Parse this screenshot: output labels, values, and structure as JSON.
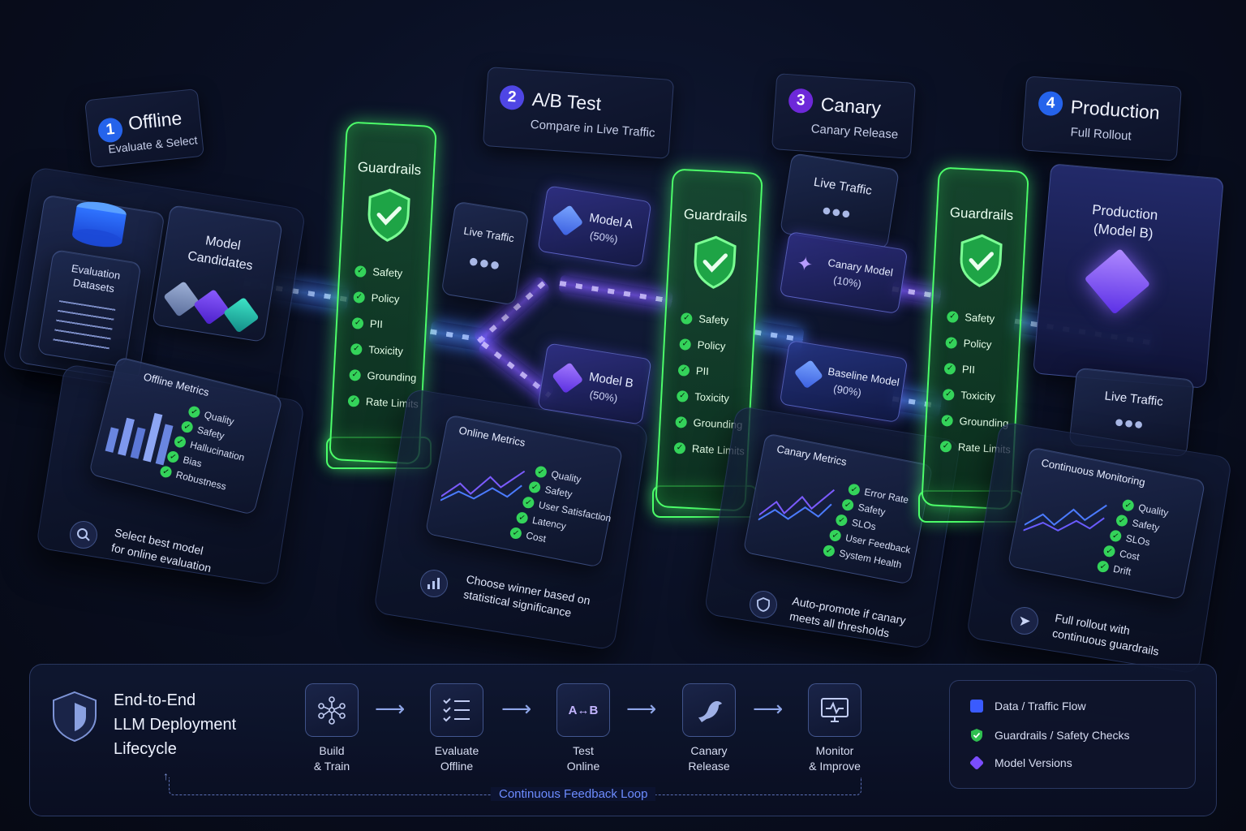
{
  "stages": {
    "offline": {
      "num": "1",
      "title": "Offline",
      "subtitle": "Evaluate & Select"
    },
    "ab": {
      "num": "2",
      "title": "A/B Test",
      "subtitle": "Compare in Live Traffic"
    },
    "canary": {
      "num": "3",
      "title": "Canary",
      "subtitle": "Canary Release"
    },
    "production": {
      "num": "4",
      "title": "Production",
      "subtitle": "Full Rollout"
    }
  },
  "offline": {
    "datasets_label": "Evaluation Datasets",
    "candidates_label": "Model Candidates",
    "metrics_title": "Offline Metrics",
    "metrics": [
      "Quality",
      "Safety",
      "Hallucination",
      "Bias",
      "Robustness"
    ],
    "note": "Select best model for online evaluation"
  },
  "guardrails": {
    "title": "Guardrails",
    "items": [
      "Safety",
      "Policy",
      "PII",
      "Toxicity",
      "Grounding",
      "Rate Limits"
    ]
  },
  "ab": {
    "traffic_label": "Live Traffic",
    "model_a": "Model A",
    "model_a_pct": "(50%)",
    "model_b": "Model B",
    "model_b_pct": "(50%)",
    "metrics_title": "Online Metrics",
    "metrics": [
      "Quality",
      "Safety",
      "User Satisfaction",
      "Latency",
      "Cost"
    ],
    "note": "Choose winner based on statistical significance"
  },
  "canary": {
    "traffic_label": "Live Traffic",
    "canary_model": "Canary Model",
    "canary_pct": "(10%)",
    "baseline_model": "Baseline Model",
    "baseline_pct": "(90%)",
    "metrics_title": "Canary Metrics",
    "metrics": [
      "Error Rate",
      "Safety",
      "SLOs",
      "User Feedback",
      "System Health"
    ],
    "note": "Auto-promote if canary meets all thresholds"
  },
  "production": {
    "model_label": "Production (Model B)",
    "traffic_label": "Live Traffic",
    "metrics_title": "Continuous Monitoring",
    "metrics": [
      "Quality",
      "Safety",
      "SLOs",
      "Cost",
      "Drift"
    ],
    "note": "Full rollout with continuous guardrails"
  },
  "lifecycle": {
    "title_line1": "End-to-End",
    "title_line2": "LLM Deployment",
    "title_line3": "Lifecycle",
    "steps": [
      {
        "line1": "Build",
        "line2": "& Train",
        "icon": "network-icon"
      },
      {
        "line1": "Evaluate",
        "line2": "Offline",
        "icon": "checklist-icon"
      },
      {
        "line1": "Test",
        "line2": "Online",
        "icon": "ab-test-icon"
      },
      {
        "line1": "Canary",
        "line2": "Release",
        "icon": "bird-icon"
      },
      {
        "line1": "Monitor",
        "line2": "& Improve",
        "icon": "monitor-icon"
      }
    ],
    "feedback_loop": "Continuous Feedback Loop"
  },
  "legend": {
    "items": [
      {
        "label": "Data / Traffic Flow",
        "color": "#3a5bff"
      },
      {
        "label": "Guardrails / Safety Checks",
        "color": "#3ad65c"
      },
      {
        "label": "Model Versions",
        "color": "#7b4dff"
      }
    ]
  },
  "colors": {
    "flow": "#3a6bff",
    "guardrail": "#4dff6a",
    "model": "#7b4dff"
  }
}
